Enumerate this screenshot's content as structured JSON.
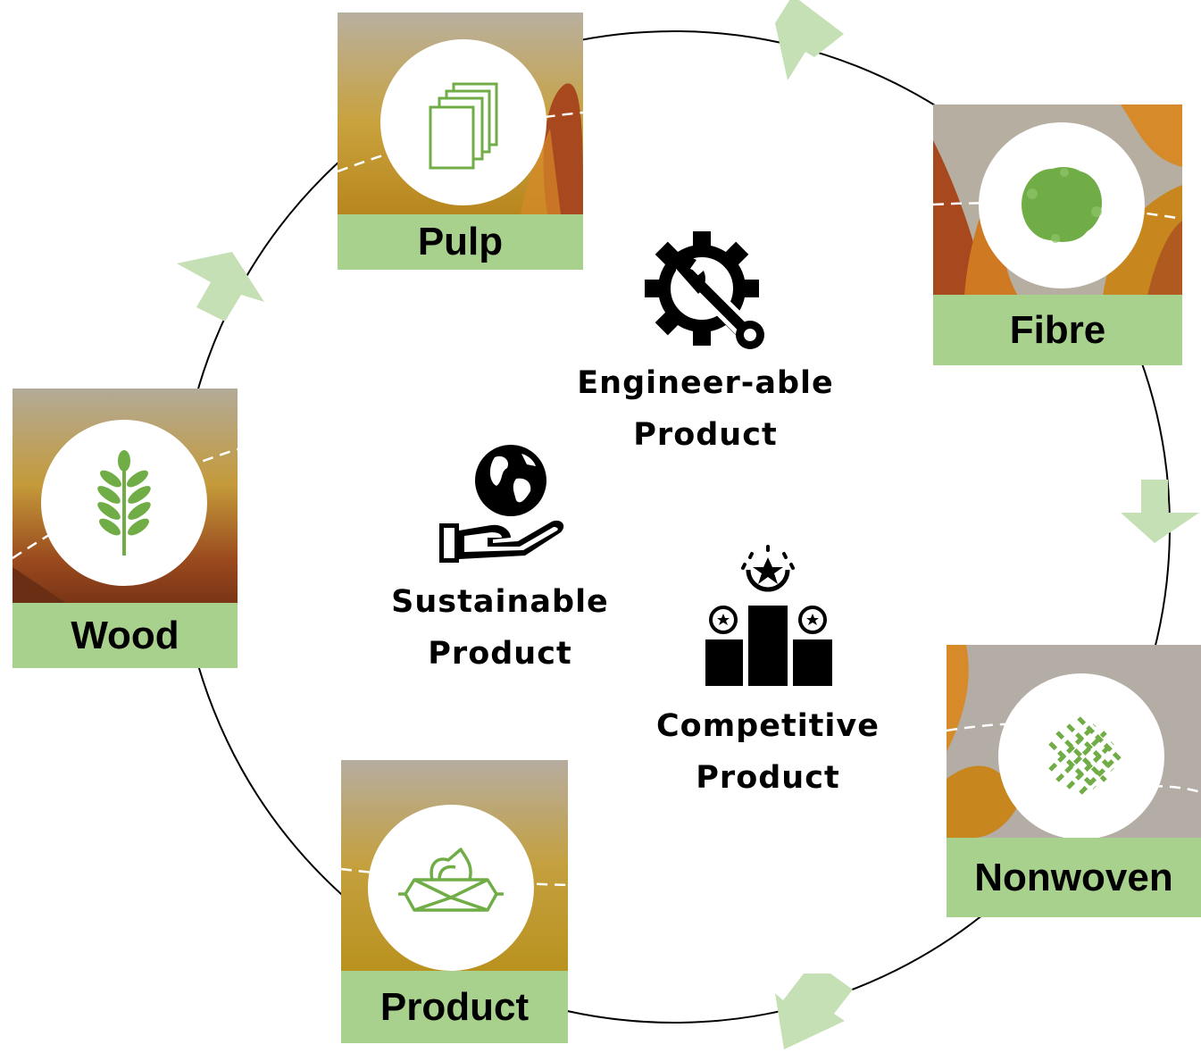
{
  "stages": [
    {
      "id": "pulp",
      "label": "Pulp",
      "icon": "paper-stack-icon"
    },
    {
      "id": "fibre",
      "label": "Fibre",
      "icon": "fibre-tuft-icon"
    },
    {
      "id": "nonwoven",
      "label": "Nonwoven",
      "icon": "woven-mesh-icon"
    },
    {
      "id": "product",
      "label": "Product",
      "icon": "tissue-box-icon"
    },
    {
      "id": "wood",
      "label": "Wood",
      "icon": "leaf-branch-icon"
    }
  ],
  "benefits": [
    {
      "id": "engineer",
      "line1": "Engineer-able",
      "line2": "Product",
      "icon": "gear-wrench-icon"
    },
    {
      "id": "sustainable",
      "line1": "Sustainable",
      "line2": "Product",
      "icon": "hand-globe-icon"
    },
    {
      "id": "competitive",
      "line1": "Competitive",
      "line2": "Product",
      "icon": "podium-star-icon"
    }
  ],
  "colors": {
    "label_bg": "#a9d18e",
    "arrow": "#c5e0b4",
    "icon_green": "#70ad47"
  }
}
